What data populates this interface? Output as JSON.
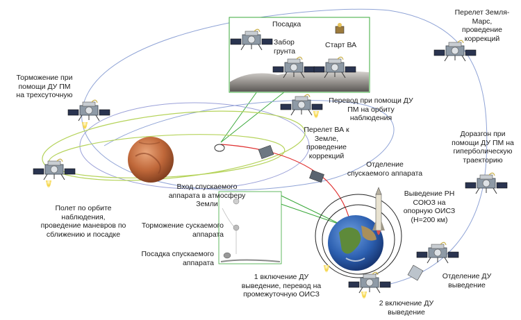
{
  "labels": {
    "landing_box_title": "Посадка",
    "soil_sampling": "Забор\nгрунта",
    "return_start": "Старт ВА",
    "earth_mars_transfer": "Перелет Земля-\nМарс,\nпроведение\nкоррекций",
    "braking_three_day": "Торможение при\nпомощи ДУ ПМ\nна трехсуточную",
    "transfer_observation_orbit": "Перевод при помощи ДУ\nПМ на орбиту\nнаблюдения",
    "return_flight": "Перелет ВА к\nЗемле,\nпроведение\nкоррекций",
    "hyperbolic_acceleration": "Доразгон при\nпомощи ДУ ПМ на\nгиперболическую\nтраекторию",
    "observation_orbit_flight": "Полет по орбите\nнаблюдения,\nпроведение маневров по\nсближению и посадке",
    "reentry_capsule_separation": "Отделение\nспускаемого аппарата",
    "capsule_atmosphere_entry": "Вход спускаемого\nаппарата в атмосферу\nЗемли",
    "launch_soyuz": "Выведение РН\nСОЮЗ на\nопорную ОИСЗ\n(H=200 км)",
    "capsule_braking": "Торможение сускаемого\nаппарата",
    "capsule_landing": "Посадка спускаемого\nаппарата",
    "first_burn": "1 включение ДУ\nвыведение, перевод на\nпромежуточную ОИСЗ",
    "second_burn": "2 включение ДУ\nвыведение",
    "upper_stage_separation": "Отделение ДУ\nвыведение"
  },
  "colors": {
    "transfer_orbit": "#8fa3d6",
    "mars_orbit": "#9aa0d8",
    "observation_orbit": "#b5d35a",
    "return_path": "#e03030",
    "green_link": "#3aa83a",
    "earth_orbit": "#222222",
    "mars": "#c0683a",
    "earth_ocean": "#2c5fb0",
    "thrust": "#f5d23a"
  },
  "icons": [
    "spacecraft-icon",
    "rocket-icon",
    "mars-planet",
    "earth-planet",
    "reentry-capsule-icon",
    "thrust-flame-icon"
  ]
}
